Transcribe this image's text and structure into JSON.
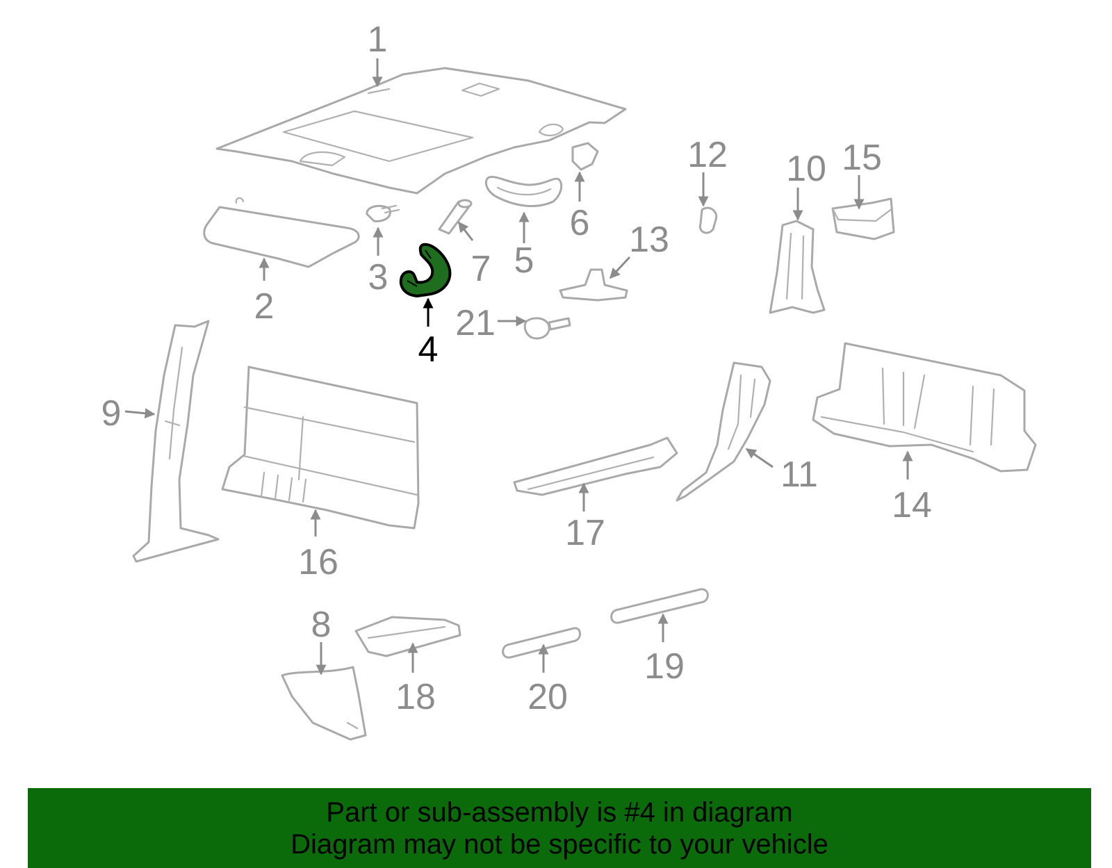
{
  "colors": {
    "part_stroke": "#a9a9a9",
    "callout_gray": "#8c8c8c",
    "highlight_fill": "#1f6e1f",
    "highlight_stroke": "#000000",
    "banner_bg": "#0b6b0b",
    "banner_text": "#000000"
  },
  "highlighted_callout": "4",
  "callouts": [
    {
      "id": "1",
      "label": "1"
    },
    {
      "id": "2",
      "label": "2"
    },
    {
      "id": "3",
      "label": "3"
    },
    {
      "id": "4",
      "label": "4"
    },
    {
      "id": "5",
      "label": "5"
    },
    {
      "id": "6",
      "label": "6"
    },
    {
      "id": "7",
      "label": "7"
    },
    {
      "id": "8",
      "label": "8"
    },
    {
      "id": "9",
      "label": "9"
    },
    {
      "id": "10",
      "label": "10"
    },
    {
      "id": "11",
      "label": "11"
    },
    {
      "id": "12",
      "label": "12"
    },
    {
      "id": "13",
      "label": "13"
    },
    {
      "id": "14",
      "label": "14"
    },
    {
      "id": "15",
      "label": "15"
    },
    {
      "id": "16",
      "label": "16"
    },
    {
      "id": "17",
      "label": "17"
    },
    {
      "id": "18",
      "label": "18"
    },
    {
      "id": "19",
      "label": "19"
    },
    {
      "id": "20",
      "label": "20"
    },
    {
      "id": "21",
      "label": "21"
    }
  ],
  "banner": {
    "line1": "Part or sub-assembly is #4 in diagram",
    "line2": "Diagram may not be specific to your vehicle"
  }
}
